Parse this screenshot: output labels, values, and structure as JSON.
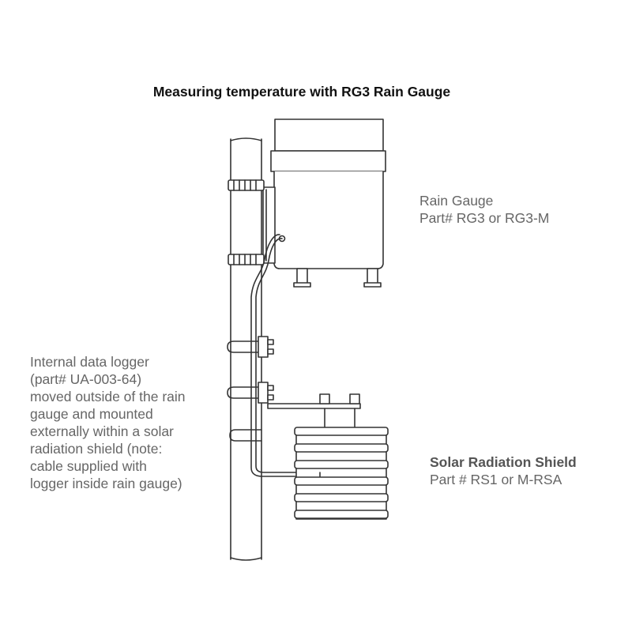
{
  "title": "Measuring temperature with RG3 Rain Gauge",
  "rain_gauge": {
    "name": "Rain Gauge",
    "part": "Part# RG3 or RG3-M"
  },
  "solar_shield": {
    "name": "Solar Radiation Shield",
    "part": "Part # RS1 or M-RSA"
  },
  "logger_note": {
    "lines": [
      "Internal data logger",
      "(part# UA-003-64)",
      "moved outside of the rain",
      "gauge and mounted",
      "externally within a solar",
      "radiation shield (note:",
      "cable supplied with",
      "logger inside rain gauge)"
    ]
  },
  "colors": {
    "line": "#333333",
    "background": "#ffffff",
    "label_text": "#666666",
    "title_text": "#111111"
  }
}
